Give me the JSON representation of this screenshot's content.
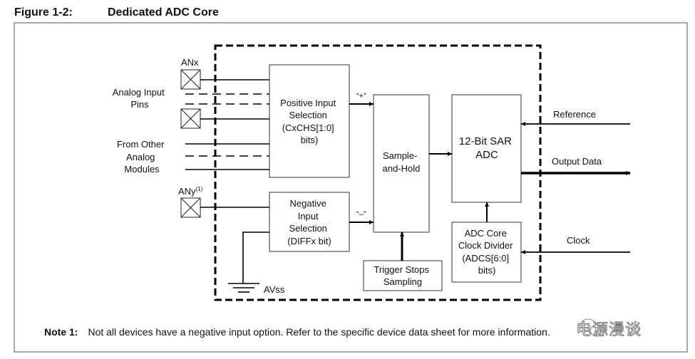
{
  "figure": {
    "number": "Figure 1-2:",
    "title": "Dedicated ADC Core"
  },
  "inputs": {
    "anx_label": "ANx",
    "any_label": "ANy",
    "any_superscript": "(1)",
    "analog_input_pins": [
      "Analog Input",
      "Pins"
    ],
    "from_other_modules": [
      "From Other",
      "Analog",
      "Modules"
    ],
    "avss_label": "AVss"
  },
  "blocks": {
    "positive_input": [
      "Positive Input",
      "Selection",
      "(CxCHS[1:0]",
      "bits)"
    ],
    "negative_input": [
      "Negative",
      "Input",
      "Selection",
      "(DIFFx bit)"
    ],
    "sample_hold": [
      "Sample-",
      "and-Hold"
    ],
    "trigger": [
      "Trigger Stops",
      "Sampling"
    ],
    "sar_adc": [
      "12-Bit SAR",
      "ADC"
    ],
    "clock_divider": [
      "ADC Core",
      "Clock Divider",
      "(ADCS[6:0]",
      "bits)"
    ]
  },
  "signals": {
    "plus": "“+”",
    "minus": "“–”",
    "reference": "Reference",
    "output_data": "Output Data",
    "clock": "Clock"
  },
  "note": {
    "label": "Note 1:",
    "text": "Not all devices have a negative input option. Refer to the specific device data sheet for more information."
  },
  "watermark": "电源漫谈"
}
